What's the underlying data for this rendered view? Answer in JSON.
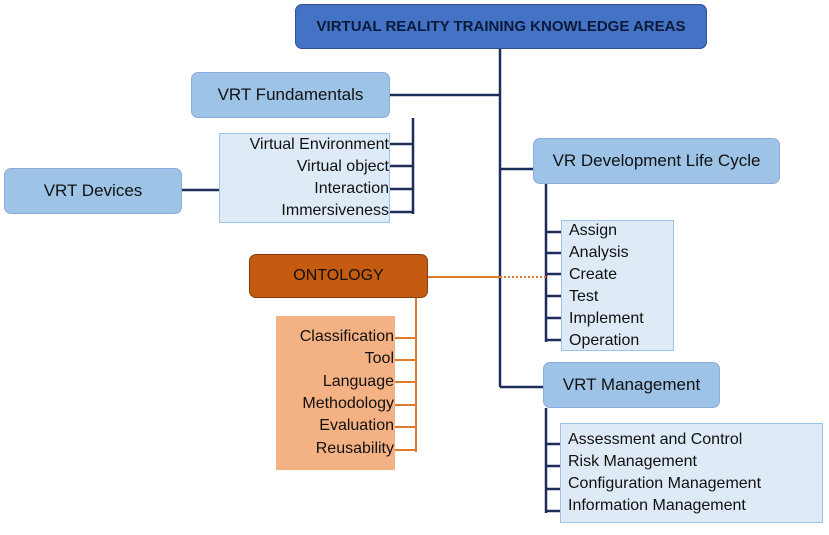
{
  "title": "VIRTUAL REALITY TRAINING KNOWLEDGE AREAS",
  "fundamentals": {
    "label": "VRT Fundamentals",
    "items": [
      "Virtual Environment",
      "Virtual object",
      "Interaction",
      "Immersiveness"
    ]
  },
  "devices": {
    "label": "VRT Devices"
  },
  "life_cycle": {
    "label": "VR Development Life Cycle",
    "items": [
      "Assign",
      "Analysis",
      "Create",
      "Test",
      "Implement",
      "Operation"
    ]
  },
  "ontology": {
    "label": "ONTOLOGY",
    "items": [
      "Classification",
      "Tool",
      "Language",
      "Methodology",
      "Evaluation",
      "Reusability"
    ]
  },
  "management": {
    "label": "VRT Management",
    "items": [
      "Assessment and Control",
      "Risk Management",
      "Configuration Management",
      "Information Management"
    ]
  },
  "colors": {
    "dark_blue": "#4472c4",
    "mid_blue": "#9dc3e6",
    "light_blue": "#deebf7",
    "orange_dark": "#c55a11",
    "orange_light": "#f4b183",
    "connector_blue": "#1f2d5a",
    "connector_orange": "#e07a2e"
  }
}
